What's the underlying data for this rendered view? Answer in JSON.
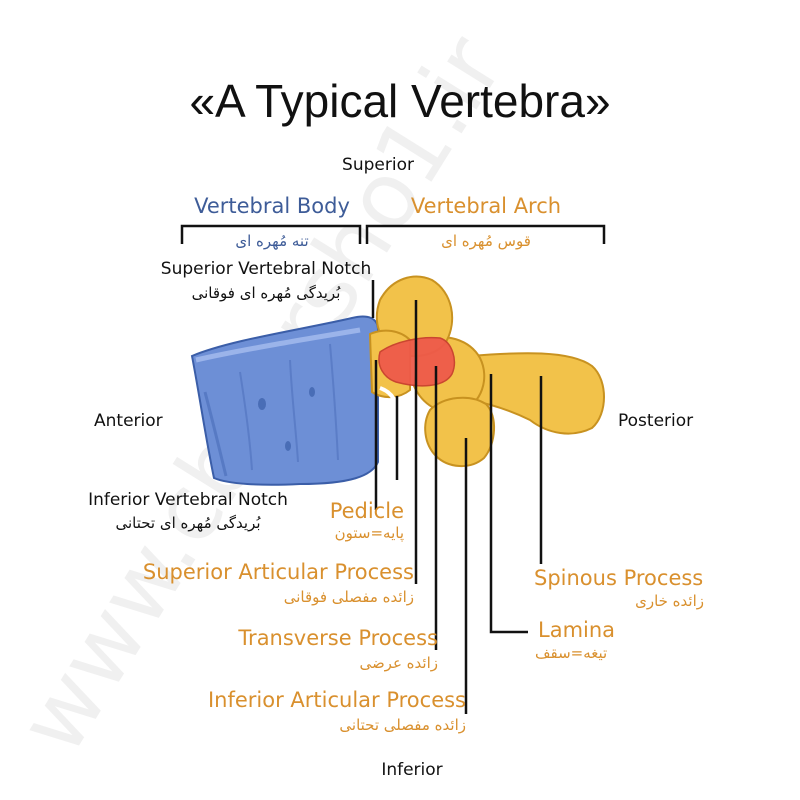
{
  "title": "«A Typical Vertebra»",
  "watermark": "www.cbporsho1.ir",
  "directions": {
    "superior": "Superior",
    "inferior": "Inferior",
    "anterior": "Anterior",
    "posterior": "Posterior"
  },
  "groups": {
    "body": {
      "en": "Vertebral Body",
      "fa": "تنه مُهره ای"
    },
    "arch": {
      "en": "Vertebral Arch",
      "fa": "قوس مُهره ای"
    }
  },
  "labels": {
    "superior_notch": {
      "en": "Superior Vertebral Notch",
      "fa": "بُریدگی مُهره ای فوقانی"
    },
    "inferior_notch": {
      "en": "Inferior  Vertebral Notch",
      "fa": "بُریدگی مُهره ای تحتانی"
    },
    "pedicle": {
      "en": "Pedicle",
      "fa": "پایه=ستون"
    },
    "superior_articular": {
      "en": "Superior Articular Process",
      "fa": "زائده مفصلی فوقانی"
    },
    "transverse": {
      "en": "Transverse Process",
      "fa": "زائده عرضی"
    },
    "inferior_articular": {
      "en": "Inferior Articular Process",
      "fa": "زائده مفصلی تحتانی"
    },
    "spinous": {
      "en": "Spinous Process",
      "fa": "زائده خاری"
    },
    "lamina": {
      "en": "Lamina",
      "fa": "تیغه=سقف"
    }
  },
  "colors": {
    "body_blue": "#6d8fd6",
    "bone_yellow": "#f2c24a",
    "pedicle_red": "#ee5a4a",
    "label_blue": "#3e5c98",
    "label_orange": "#d9902e"
  }
}
